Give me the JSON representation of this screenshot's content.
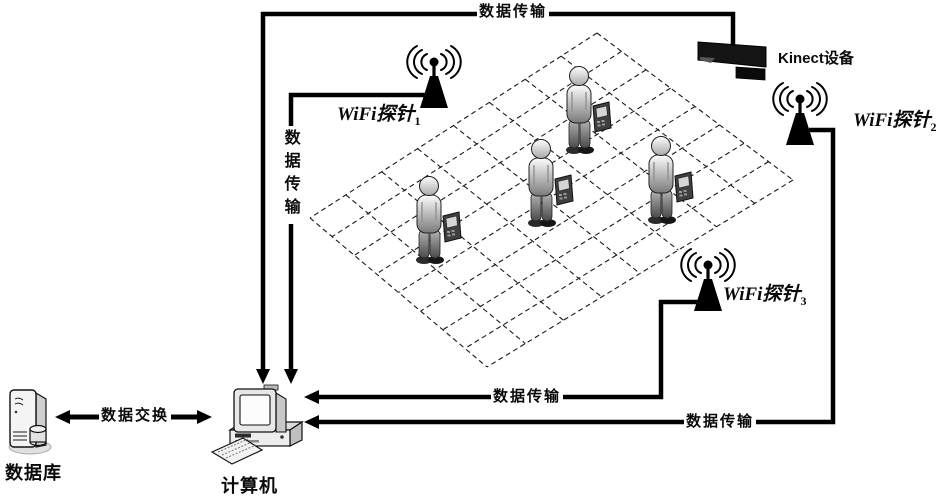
{
  "canvas": {
    "background": "#ffffff",
    "line_color": "#000000"
  },
  "labels": {
    "top_link": "数据传输",
    "left_link_vertical": "数据传输",
    "probe3_link": "数据传输",
    "probe2_link": "数据传输",
    "exchange_link": "数据交换",
    "kinect": "Kinect设备",
    "database": "数据库",
    "computer": "计算机"
  },
  "wifi_probes": [
    {
      "latin": "WiFi",
      "cjk": "探针",
      "subscript": "1"
    },
    {
      "latin": "WiFi",
      "cjk": "探针",
      "subscript": "2"
    },
    {
      "latin": "WiFi",
      "cjk": "探针",
      "subscript": "3"
    }
  ],
  "icons": {
    "wifi_antenna": "antenna-with-radio-waves",
    "kinect": "kinect-sensor-bar",
    "computer": "desktop-pc-with-keyboard",
    "database": "server-tower-with-cylinder",
    "person": "person-holding-handheld-device",
    "grid": "dashed-perspective-floor-grid"
  }
}
